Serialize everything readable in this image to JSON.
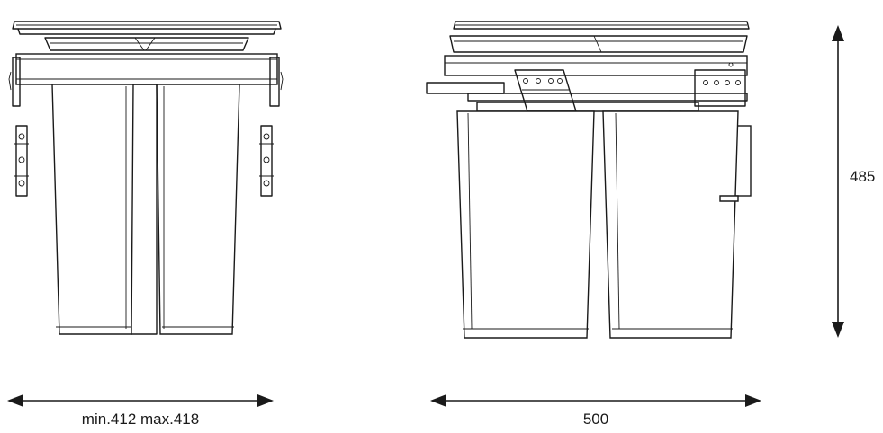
{
  "dimensions": {
    "width_label": "min.412  max.418",
    "depth_label": "500",
    "height_label": "485"
  }
}
